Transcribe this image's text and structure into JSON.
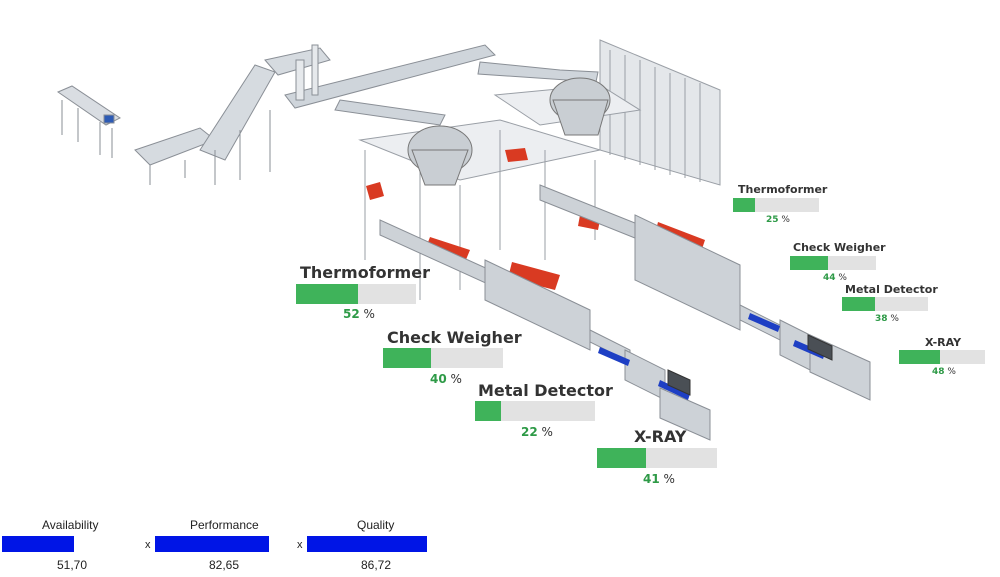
{
  "line1": {
    "thermoformer": {
      "label": "Thermoformer",
      "value": "52",
      "unit": "%",
      "fraction": 0.52
    },
    "check_weigher": {
      "label": "Check Weigher",
      "value": "40",
      "unit": "%",
      "fraction": 0.4
    },
    "metal_detector": {
      "label": "Metal Detector",
      "value": "22",
      "unit": "%",
      "fraction": 0.22
    },
    "xray": {
      "label": "X-RAY",
      "value": "41",
      "unit": "%",
      "fraction": 0.41
    }
  },
  "line2": {
    "thermoformer": {
      "label": "Thermoformer",
      "value": "25",
      "unit": "%",
      "fraction": 0.25
    },
    "check_weigher": {
      "label": "Check Weigher",
      "value": "44",
      "unit": "%",
      "fraction": 0.44
    },
    "metal_detector": {
      "label": "Metal Detector",
      "value": "38",
      "unit": "%",
      "fraction": 0.38
    },
    "xray": {
      "label": "X-RAY",
      "value": "48",
      "unit": "%",
      "fraction": 0.48
    }
  },
  "oee": {
    "availability": {
      "label": "Availability",
      "value": "51,70"
    },
    "performance": {
      "label": "Performance",
      "value": "82,65"
    },
    "quality": {
      "label": "Quality",
      "value": "86,72"
    },
    "operator": "x"
  },
  "colors": {
    "progress_fill": "#3fb35a",
    "progress_track": "#e2e2e2",
    "oee_bar": "#0015e6"
  }
}
